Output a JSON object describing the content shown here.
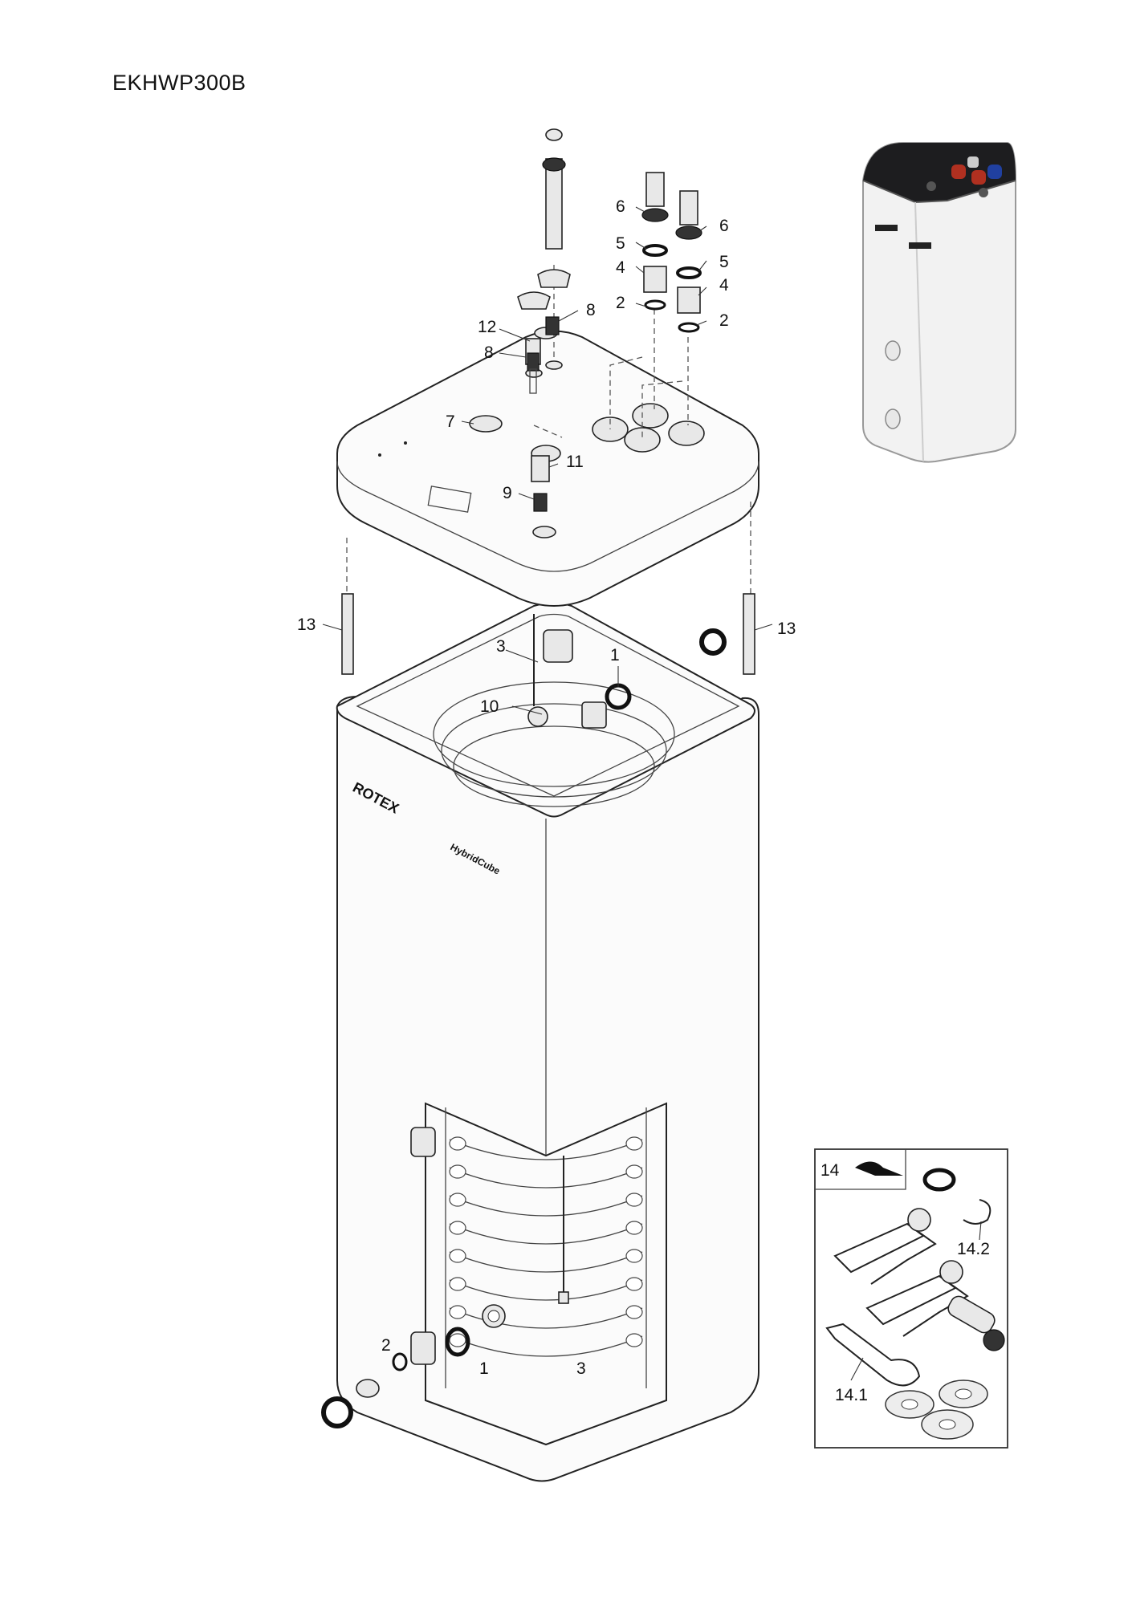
{
  "document": {
    "model": "EKHWP300B"
  },
  "brand_marks": {
    "logo": "ROTEX",
    "product": "HybridCube"
  },
  "callouts": {
    "c1a": "1",
    "c1b": "1",
    "c2a": "2",
    "c2b": "2",
    "c2c": "2",
    "c3a": "3",
    "c3b": "3",
    "c4a": "4",
    "c4b": "4",
    "c5a": "5",
    "c5b": "5",
    "c6a": "6",
    "c6b": "6",
    "c7": "7",
    "c8a": "8",
    "c8b": "8",
    "c9": "9",
    "c10": "10",
    "c11": "11",
    "c12": "12",
    "c13a": "13",
    "c13b": "13",
    "c14": "14",
    "c14_1": "14.1",
    "c14_2": "14.2"
  }
}
